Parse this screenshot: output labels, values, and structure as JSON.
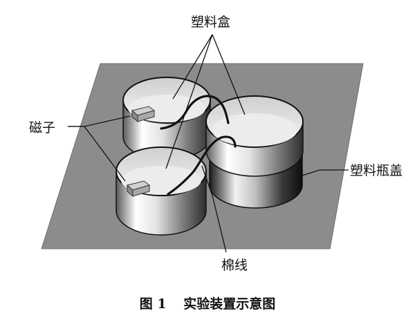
{
  "labels": {
    "plastic_box": "塑料盒",
    "magnet": "磁子",
    "bottle_cap": "塑料瓶盖",
    "cotton_thread": "棉线"
  },
  "caption": {
    "number": "图 1",
    "title": "实验装置示意图"
  },
  "colors": {
    "base_plate": "#8c8c8c",
    "container_inner": "#e6e6e6",
    "outline": "#111111"
  }
}
